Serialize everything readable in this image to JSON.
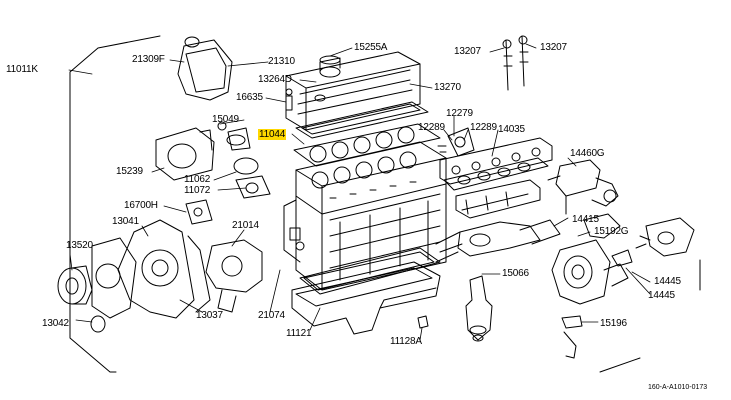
{
  "diagram": {
    "highlight_color": "#ffd800",
    "figure_code": "160-A-A1010-0173",
    "labels": [
      {
        "id": "l11011K",
        "text": "11011K"
      },
      {
        "id": "l21309F",
        "text": "21309F"
      },
      {
        "id": "l21310",
        "text": "21310"
      },
      {
        "id": "l15255A",
        "text": "15255A"
      },
      {
        "id": "l13264D",
        "text": "13264D"
      },
      {
        "id": "l13270",
        "text": "13270"
      },
      {
        "id": "l16635",
        "text": "16635"
      },
      {
        "id": "l15049",
        "text": "15049"
      },
      {
        "id": "l11044",
        "text": "11044"
      },
      {
        "id": "l13207a",
        "text": "13207"
      },
      {
        "id": "l13207b",
        "text": "13207"
      },
      {
        "id": "l12279",
        "text": "12279"
      },
      {
        "id": "l12289a",
        "text": "12289"
      },
      {
        "id": "l12289b",
        "text": "12289"
      },
      {
        "id": "l14035",
        "text": "14035"
      },
      {
        "id": "l15239",
        "text": "15239"
      },
      {
        "id": "l11062",
        "text": "11062"
      },
      {
        "id": "l11072",
        "text": "11072"
      },
      {
        "id": "l14460G",
        "text": "14460G"
      },
      {
        "id": "l16700H",
        "text": "16700H"
      },
      {
        "id": "l13041",
        "text": "13041"
      },
      {
        "id": "l21014",
        "text": "21014"
      },
      {
        "id": "l14415",
        "text": "14415"
      },
      {
        "id": "l15192G",
        "text": "15192G"
      },
      {
        "id": "l13520",
        "text": "13520"
      },
      {
        "id": "l15066",
        "text": "15066"
      },
      {
        "id": "l14445a",
        "text": "14445"
      },
      {
        "id": "l14445b",
        "text": "14445"
      },
      {
        "id": "l13037",
        "text": "13037"
      },
      {
        "id": "l21074",
        "text": "21074"
      },
      {
        "id": "l13042",
        "text": "13042"
      },
      {
        "id": "l11121",
        "text": "11121"
      },
      {
        "id": "l15196",
        "text": "15196"
      },
      {
        "id": "l11128A",
        "text": "11128A"
      }
    ]
  }
}
